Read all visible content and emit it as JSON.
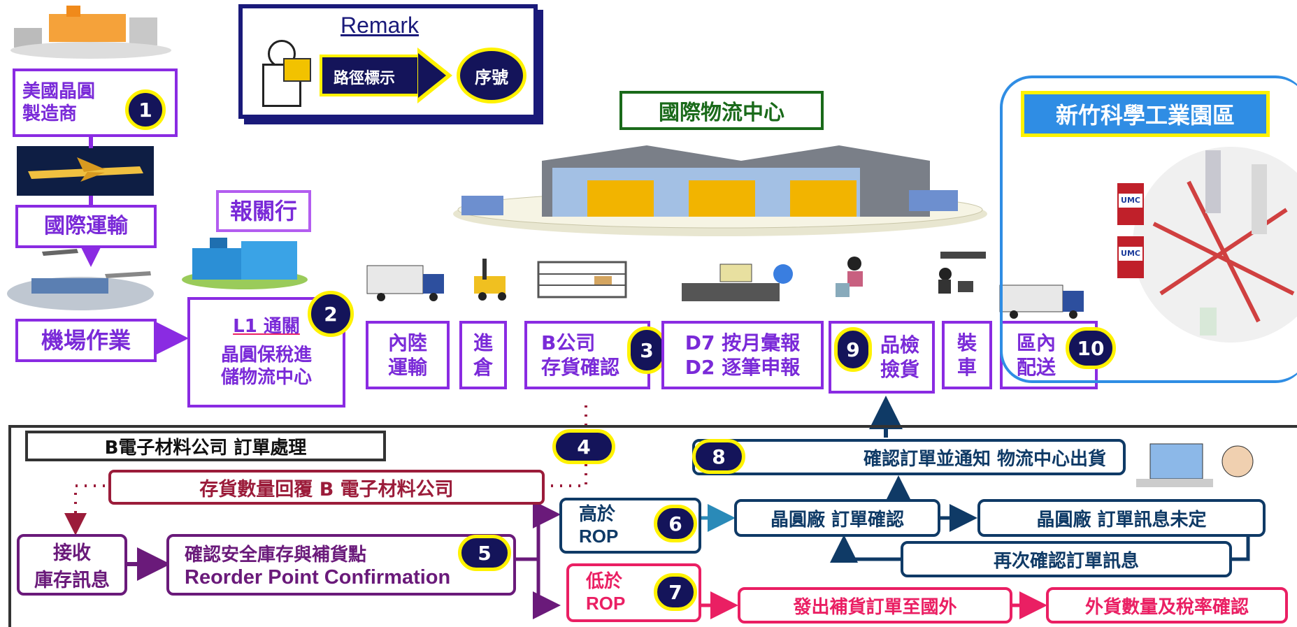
{
  "remark": {
    "title": "Remark",
    "arrow_label": "路徑標示",
    "seq_label": "序號"
  },
  "nodes": {
    "manufacturer": {
      "line1": "美國晶圓",
      "line2": "製造商",
      "num": "1"
    },
    "intl_transport": "國際運輸",
    "airport": "機場作業",
    "broker": "報關行",
    "l1": {
      "title": "L1 通關",
      "line1": "晶圓保稅進",
      "line2": "儲物流中心",
      "num": "2"
    },
    "inland": {
      "line1": "內陸",
      "line2": "運輸"
    },
    "warehouse_in": {
      "line1": "進",
      "line2": "倉"
    },
    "stock_check": {
      "line1": "B公司",
      "line2": "存貨確認",
      "num": "3"
    },
    "report": {
      "line1": "D7 按月彙報",
      "line2": "D2 逐筆申報"
    },
    "inspect": {
      "line1": "品檢",
      "line2": "撿貨",
      "num": "9"
    },
    "loading": {
      "line1": "裝",
      "line2": "車"
    },
    "delivery": {
      "line1": "區內",
      "line2": "配送",
      "num": "10"
    },
    "logistics_center": "國際物流中心",
    "science_park": "新竹科學工業園區"
  },
  "order_panel": {
    "title": "B電子材料公司 訂單處理",
    "num4": "4",
    "reply": "存貨數量回覆 B 電子材料公司",
    "receive": {
      "line1": "接收",
      "line2": "庫存訊息"
    },
    "confirm": {
      "line1": "確認安全庫存與補貨點",
      "line2": "Reorder Point Confirmation",
      "num": "5"
    },
    "above": {
      "line1": "高於",
      "line2": "ROP",
      "num": "6"
    },
    "below": {
      "line1": "低於",
      "line2": "ROP",
      "num": "7"
    },
    "fab_confirm": "晶圓廠 訂單確認",
    "fab_undecided": "晶圓廠 訂單訊息未定",
    "reconfirm": "再次確認訂單訊息",
    "ship_notice": "確認訂單並通知 物流中心出貨",
    "num8": "8",
    "reorder_abroad": "發出補貨訂單至國外",
    "foreign_check": "外貨數量及稅率確認"
  },
  "labels": {
    "park_company": "UMC"
  },
  "colors": {
    "purple": "#8a2be2",
    "navy": "#0f3a66",
    "pink": "#ea1f63",
    "darkpurple": "#6a1a7a",
    "yellow": "#fff200",
    "blue_frame": "#2f8de4",
    "green": "#1a6a1a"
  }
}
